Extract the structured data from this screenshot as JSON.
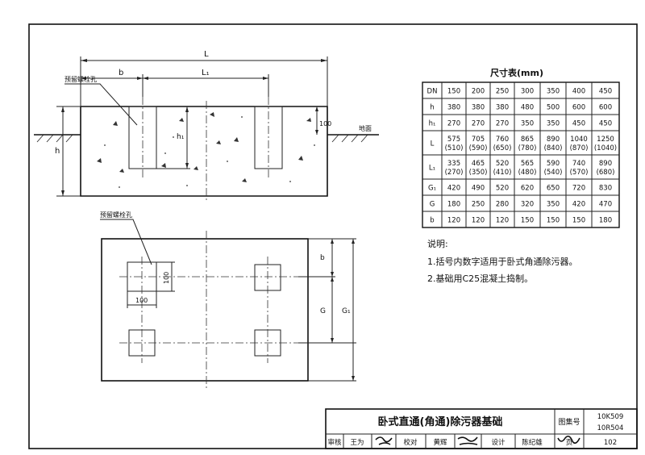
{
  "drawing": {
    "callout_bolt_hole": "预留螺栓孔",
    "ground_label": "地面",
    "dims": {
      "L": "L",
      "L1": "L₁",
      "b": "b",
      "h": "h",
      "h1": "h₁",
      "h100": "100",
      "G": "G",
      "G1": "G₁",
      "hole_w": "100",
      "hole_h": "100"
    }
  },
  "table": {
    "title": "尺寸表(mm)",
    "headers": [
      "DN",
      "150",
      "200",
      "250",
      "300",
      "350",
      "400",
      "450"
    ],
    "rows": [
      [
        "h",
        "380",
        "380",
        "380",
        "480",
        "500",
        "600",
        "600"
      ],
      [
        "h₁",
        "270",
        "270",
        "270",
        "350",
        "350",
        "450",
        "450"
      ],
      [
        "L",
        "575\n(510)",
        "705\n(590)",
        "760\n(650)",
        "865\n(780)",
        "890\n(840)",
        "1040\n(870)",
        "1250\n(1040)"
      ],
      [
        "L₁",
        "335\n(270)",
        "465\n(350)",
        "520\n(410)",
        "565\n(480)",
        "590\n(540)",
        "740\n(570)",
        "890\n(680)"
      ],
      [
        "G₁",
        "420",
        "490",
        "520",
        "620",
        "650",
        "720",
        "830"
      ],
      [
        "G",
        "180",
        "250",
        "280",
        "320",
        "350",
        "420",
        "470"
      ],
      [
        "b",
        "120",
        "120",
        "120",
        "150",
        "150",
        "150",
        "180"
      ]
    ]
  },
  "notes": {
    "heading": "说明:",
    "items": [
      "1.括号内数字适用于卧式角通除污器。",
      "2.基础用C25混凝土捣制。"
    ]
  },
  "title_block": {
    "title": "卧式直通(角通)除污器基础",
    "atlas_label": "图集号",
    "atlas_no_1": "10K509",
    "atlas_no_2": "10R504",
    "review_label": "审核",
    "reviewer": "王为",
    "check_label": "校对",
    "checker": "黄辉",
    "design_label": "设计",
    "designer": "陈纪雄",
    "page_label": "页",
    "page_no": "102"
  }
}
